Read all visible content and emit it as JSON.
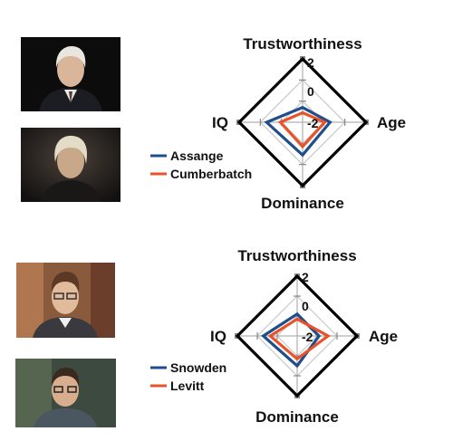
{
  "chart_data": [
    {
      "type": "radar",
      "axes": [
        "Trustworthiness",
        "Age",
        "Dominance",
        "IQ"
      ],
      "range": [
        -4,
        2
      ],
      "tick_labels": [
        "2",
        "0",
        "-2"
      ],
      "series": [
        {
          "name": "Assange",
          "color": "#1f4e8c",
          "values": [
            -2.6,
            -1.4,
            -0.9,
            -0.6
          ]
        },
        {
          "name": "Cumberbatch",
          "color": "#e8532b",
          "values": [
            -3.1,
            -1.9,
            -1.7,
            -1.9
          ]
        }
      ]
    },
    {
      "type": "radar",
      "axes": [
        "Trustworthiness",
        "Age",
        "Dominance",
        "IQ"
      ],
      "range": [
        -4,
        2
      ],
      "tick_labels": [
        "2",
        "0",
        "-2"
      ],
      "series": [
        {
          "name": "Snowden",
          "color": "#1f4e8c",
          "values": [
            -1.8,
            -1.8,
            -1.0,
            -0.6
          ]
        },
        {
          "name": "Levitt",
          "color": "#e8532b",
          "values": [
            -2.3,
            -0.9,
            -1.7,
            -1.3
          ]
        }
      ]
    }
  ],
  "photos": [
    {
      "subject": "Assange"
    },
    {
      "subject": "Cumberbatch"
    },
    {
      "subject": "Snowden"
    },
    {
      "subject": "Levitt"
    }
  ]
}
